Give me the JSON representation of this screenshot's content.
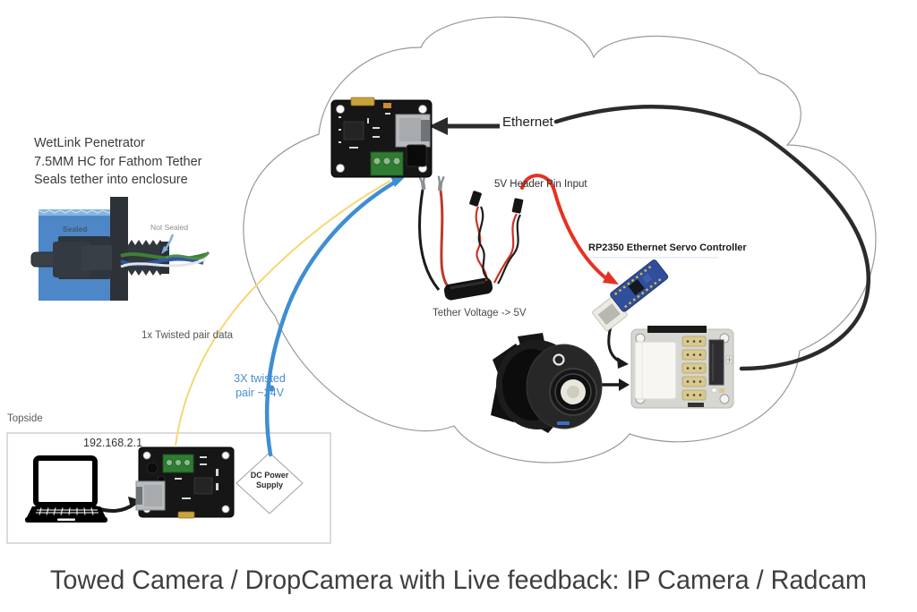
{
  "title": "Towed Camera / DropCamera with Live feedback: IP Camera / Radcam",
  "wetlink": {
    "line1": "WetLink Penetrator",
    "line2": "7.5MM HC for Fathom Tether",
    "line3": "Seals tether into enclosure",
    "sealed": "Sealed",
    "not_sealed": "Not Sealed"
  },
  "cloud": {
    "ethernet_label": "Ethernet",
    "header_pin_label": "5V Header Pin Input",
    "servo_controller_label": "RP2350 Ethernet Servo Controller",
    "tether_voltage_label": "Tether Voltage -> 5V"
  },
  "tether": {
    "data_label": "1x Twisted pair data",
    "power_label_line1": "3X twisted",
    "power_label_line2": "pair ~24V"
  },
  "topside": {
    "section_label": "Topside",
    "ip_address": "192.168.2.1",
    "dc_power_line1": "DC Power",
    "dc_power_line2": "Supply"
  },
  "colors": {
    "ethernet_line": "#2b2b2b",
    "power_line": "#3f8ed2",
    "data_line": "#f5d873",
    "header_pin_arrow": "#e63222",
    "cloud_outline": "#98989a"
  }
}
